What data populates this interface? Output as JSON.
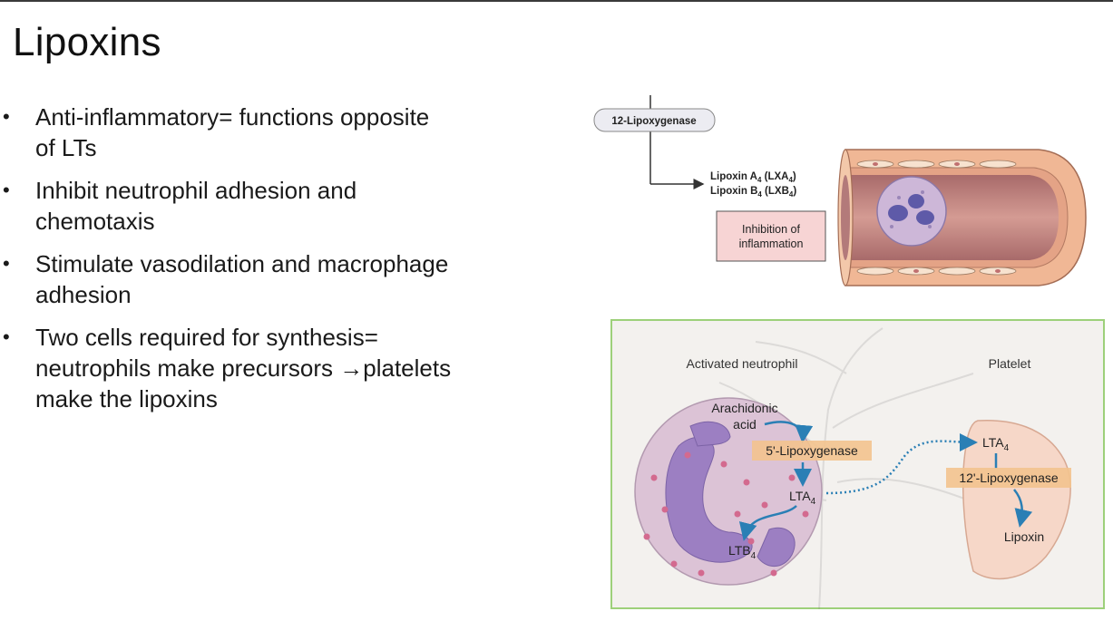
{
  "slide": {
    "title": "Lipoxins",
    "bullets": [
      {
        "lines": [
          "Anti-inflammatory= functions opposite",
          "of LTs"
        ]
      },
      {
        "lines": [
          "Inhibit neutrophil adhesion and",
          "chemotaxis"
        ]
      },
      {
        "lines": [
          "Stimulate vasodilation and macrophage",
          "adhesion"
        ]
      },
      {
        "lines": [
          "Two cells required for synthesis=",
          "neutrophils make precursors →platelets",
          "make the lipoxins"
        ]
      }
    ]
  },
  "figure1": {
    "enzyme_label": "12-Lipoxygenase",
    "product_a": {
      "base": "Lipoxin A",
      "sub": "4",
      "abbr_pre": " (LXA",
      "abbr_sub": "4",
      "abbr_post": ")"
    },
    "product_b": {
      "base": "Lipoxin B",
      "sub": "4",
      "abbr_pre": " (LXB",
      "abbr_sub": "4",
      "abbr_post": ")"
    },
    "effect_line1": "Inhibition of",
    "effect_line2": "inflammation"
  },
  "figure2": {
    "neutrophil_label": "Activated neutrophil",
    "platelet_label": "Platelet",
    "substrate_line1": "Arachidonic",
    "substrate_line2": "acid",
    "enzyme1": "5'-Lipoxygenase",
    "lta4_main": "LTA",
    "lta4_sub": "4",
    "ltb4_main": "LTB",
    "ltb4_sub": "4",
    "enzyme2": "12'-Lipoxygenase",
    "product": "Lipoxin"
  },
  "colors": {
    "vessel_wall": "#f0b795",
    "vessel_lumen": "#c98a85",
    "neutrophil_body": "#d8b8d0",
    "neutrophil_nucleus": "#8b6cba",
    "platelet": "#f4d3c4",
    "enzyme_box": "#f3c38e",
    "arrow_blue": "#2a7fb5",
    "figure_border": "#9dd07a"
  }
}
